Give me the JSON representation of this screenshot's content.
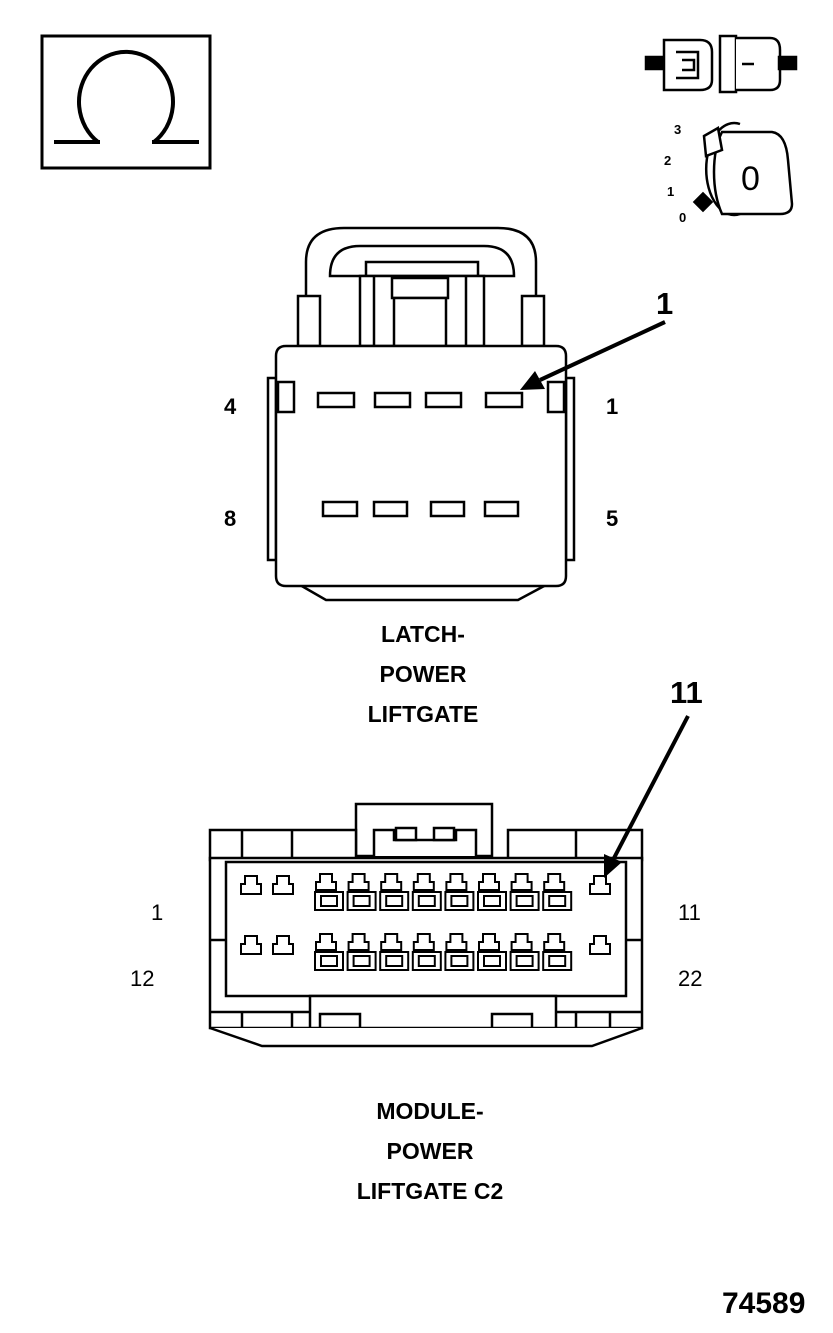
{
  "icons": {
    "ohmmeter": "ohm-symbol-icon",
    "disconnect": "disconnect-connector-icon",
    "ignition": "ignition-key-off-icon"
  },
  "ignition": {
    "positions": [
      "3",
      "2",
      "1",
      "0"
    ],
    "key_label": "0"
  },
  "latch_connector": {
    "title_lines": [
      "LATCH-",
      "POWER",
      "LIFTGATE"
    ],
    "callout": "1",
    "pin_labels": {
      "top_left": "4",
      "top_right": "1",
      "bottom_left": "8",
      "bottom_right": "5"
    }
  },
  "module_connector": {
    "title_lines": [
      "MODULE-",
      "POWER",
      "LIFTGATE C2"
    ],
    "callout": "11",
    "pin_labels": {
      "top_left": "1",
      "top_right": "11",
      "bottom_left": "12",
      "bottom_right": "22"
    }
  },
  "figure_number": "74589"
}
